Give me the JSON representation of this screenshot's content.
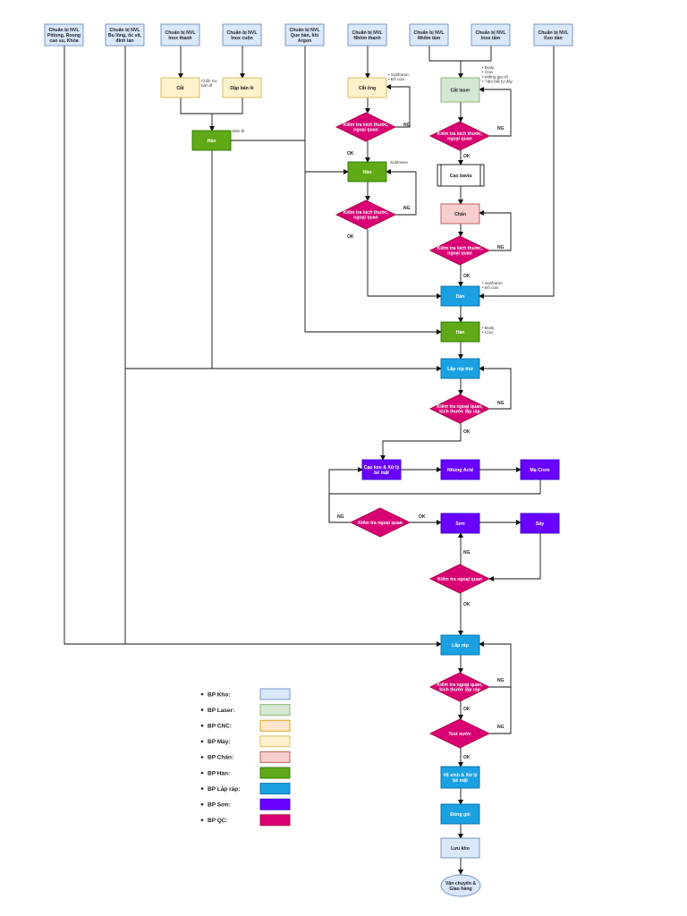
{
  "materials": {
    "m1": [
      "Chuẩn bị NVL",
      "Pittong, Roong",
      "cao su, Khóa"
    ],
    "m2": [
      "Chuẩn bị NVL",
      "Bu lông, ốc vít,",
      "đinh tán"
    ],
    "m3": [
      "Chuẩn bị NVL",
      "Inox thanh"
    ],
    "m4": [
      "Chuẩn bị NVL",
      "Inox cuộn"
    ],
    "m5": [
      "Chuẩn bị NVL",
      "Que hàn, khí",
      "Argon"
    ],
    "m6": [
      "Chuẩn bị NVL",
      "Nhôm thanh"
    ],
    "m7": [
      "Chuẩn bị NVL",
      "Nhôm tấm"
    ],
    "m8": [
      "Chuẩn bị NVL",
      "Inox tấm"
    ],
    "m9": [
      "Chuẩn bị NVL",
      "Keo dán"
    ]
  },
  "processes": {
    "cat": [
      "Cắt"
    ],
    "dap_ban_le": [
      "Dập bản lề"
    ],
    "han_1": [
      "Hàn"
    ],
    "cat_ong": [
      "Cắt ống"
    ],
    "han_2": [
      "Hàn"
    ],
    "cat_laser": [
      "Cắt laser"
    ],
    "cao_bavia": [
      "Cạo bavia"
    ],
    "chan": [
      "Chấn"
    ],
    "dan": [
      "Dán"
    ],
    "han_3": [
      "Hàn"
    ],
    "lap_rap_thu": [
      "Lắp ráp thử"
    ],
    "cao_keo": [
      "Cạo keo & Xử lý",
      "bề mặt"
    ],
    "nhung_acid": [
      "Nhúng Acid"
    ],
    "ma_crom": [
      "Mạ Crom"
    ],
    "son": [
      "Sơn"
    ],
    "say": [
      "Sấy"
    ],
    "lap_rap": [
      "Lắp ráp"
    ],
    "ve_sinh": [
      "Vệ sinh & Xử lý",
      "bề mặt"
    ],
    "dong_goi": [
      "Đóng gói"
    ],
    "luu_kho": [
      "Lưu kho"
    ],
    "van_chuyen": [
      "Vận chuyển &",
      "Giao hàng"
    ]
  },
  "decisions": {
    "d_cat_ong": [
      "Kiểm tra kích thước,",
      "ngoại quan"
    ],
    "d_cat_laser": [
      "Kiểm tra kích thước,",
      "ngoại quan"
    ],
    "d_han_2": [
      "Kiểm tra kích thước,",
      "ngoại quan"
    ],
    "d_chan": [
      "Kiểm tra kích thước,",
      "ngoại quan"
    ],
    "d_lap_rap_thu": [
      "Kiểm tra ngoại quan,",
      "kích thước lắp ráp"
    ],
    "d_cao_keo": [
      "Kiểm tra ngoại quan"
    ],
    "d_son": [
      "Kiểm tra ngoại quan"
    ],
    "d_lap_rap": [
      "Kiểm tra ngoại quan,",
      "kích thước lắp ráp"
    ],
    "d_test": [
      "Test nước"
    ]
  },
  "annotations": {
    "cat": [
      "Chốt: trụ",
      "bản lề"
    ],
    "han_1": [
      "Bản lề"
    ],
    "cat_ong": [
      "Subframe,",
      "Đố cửa"
    ],
    "han_2": [
      "Subframe"
    ],
    "cat_laser": [
      "Body",
      "Cửa",
      "Miếng gia cố",
      "Tấm bắt tự đẩy"
    ],
    "dan": [
      "Subframe",
      "Đố cửa"
    ],
    "han_3": [
      "Body",
      "Cửa"
    ]
  },
  "edge_labels": {
    "ok": "OK",
    "ng": "NG"
  },
  "legend": [
    {
      "label": "BP Kho:",
      "fill": "#dae8fc",
      "stroke": "#6c8ebf"
    },
    {
      "label": "BP Laser:",
      "fill": "#d5e8d4",
      "stroke": "#82b366"
    },
    {
      "label": "BP CNC:",
      "fill": "#ffe6cc",
      "stroke": "#d79b00"
    },
    {
      "label": "BP Máy:",
      "fill": "#fff2cc",
      "stroke": "#d6b656"
    },
    {
      "label": "BP Chấn:",
      "fill": "#f8cecc",
      "stroke": "#b85450"
    },
    {
      "label": "BP Hàn:",
      "fill": "#60a917",
      "stroke": "#2d7600"
    },
    {
      "label": "BP Lắp ráp:",
      "fill": "#1ba1e2",
      "stroke": "#006eaf"
    },
    {
      "label": "BP Sơn:",
      "fill": "#6a00ff",
      "stroke": "#3700cc"
    },
    {
      "label": "BP QC:",
      "fill": "#d80073",
      "stroke": "#a50040"
    }
  ]
}
